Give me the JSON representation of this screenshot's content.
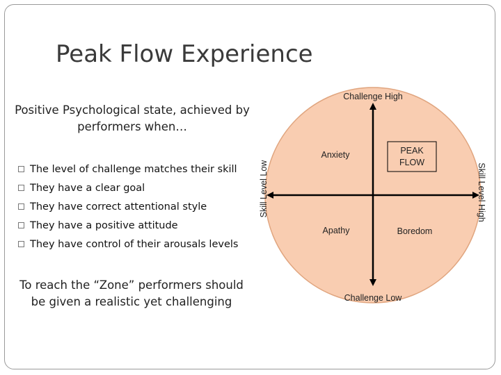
{
  "slide": {
    "title": "Peak Flow Experience",
    "subtitle": "Positive Psychological state, achieved by performers when…",
    "bullets": [
      "The level of challenge matches their skill",
      "They have a clear goal",
      "They have correct attentional style",
      "They have a positive attitude",
      "They have control of their arousals levels"
    ],
    "conclusion": "To reach the “Zone” performers should be given a realistic yet challenging"
  },
  "diagram": {
    "axis_top": "Challenge High",
    "axis_bottom": "Challenge Low",
    "axis_left": "Skill Level Low",
    "axis_right": "Skill Level High",
    "quadrants": {
      "top_left": "Anxiety",
      "top_right_line1": "PEAK",
      "top_right_line2": "FLOW",
      "bottom_left": "Apathy",
      "bottom_right": "Boredom"
    },
    "colors": {
      "circle_fill": "#f9cdb1",
      "circle_stroke": "#e0a57f",
      "arrow": "#000000"
    }
  }
}
